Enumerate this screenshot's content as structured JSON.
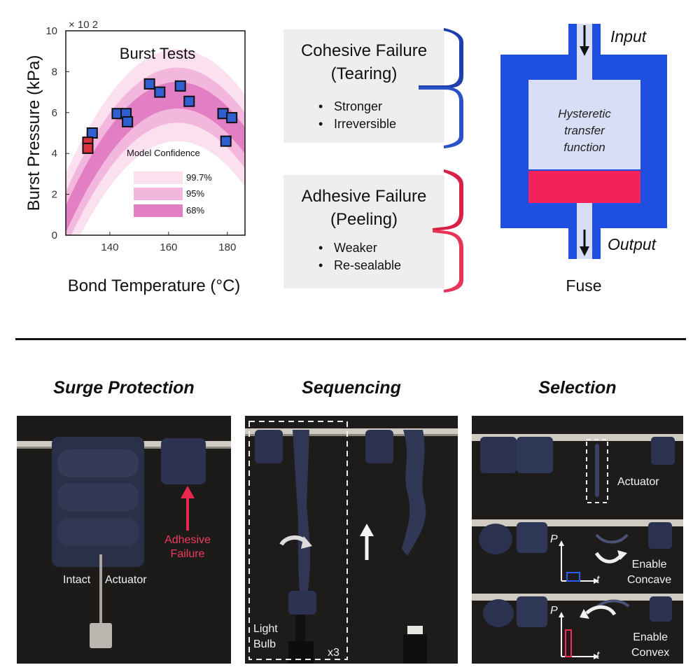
{
  "chart_data": {
    "type": "scatter",
    "title": "Burst Tests",
    "xlabel": "Bond Temperature (°C)",
    "ylabel": "Burst Pressure (kPa)",
    "y_multiplier": "× 10 2",
    "xlim": [
      125,
      186
    ],
    "ylim": [
      0,
      10
    ],
    "x_ticks": [
      140,
      160,
      180
    ],
    "y_ticks": [
      0,
      2,
      4,
      6,
      8,
      10
    ],
    "legend_title": "Model Confidence",
    "legend": [
      "99.7%",
      "95%",
      "68%"
    ],
    "series": [
      {
        "marker_color": "#2f5fd0",
        "points": [
          {
            "x": 134,
            "y": 5.0
          },
          {
            "x": 142.5,
            "y": 5.95
          },
          {
            "x": 145.5,
            "y": 5.95
          },
          {
            "x": 146,
            "y": 5.55
          },
          {
            "x": 153.5,
            "y": 7.4
          },
          {
            "x": 157,
            "y": 7.0
          },
          {
            "x": 164,
            "y": 7.3
          },
          {
            "x": 167,
            "y": 6.55
          },
          {
            "x": 178.5,
            "y": 5.95
          },
          {
            "x": 181.5,
            "y": 5.75
          },
          {
            "x": 179.5,
            "y": 4.6
          }
        ]
      },
      {
        "marker_color": "#d9323f",
        "points": [
          {
            "x": 132.5,
            "y": 4.55
          },
          {
            "x": 132.5,
            "y": 4.25
          }
        ]
      }
    ],
    "bands": [
      {
        "level": "99.7%",
        "color": "#fbe1f0"
      },
      {
        "level": "95%",
        "color": "#f3b6dc"
      },
      {
        "level": "68%",
        "color": "#e27ec3"
      }
    ]
  },
  "failures": {
    "cohesive": {
      "title_line1": "Cohesive Failure",
      "title_line2": "(Tearing)",
      "bullets": [
        "Stronger",
        "Irreversible"
      ],
      "color": "#1f3fae"
    },
    "adhesive": {
      "title_line1": "Adhesive Failure",
      "title_line2": "(Peeling)",
      "bullets": [
        "Weaker",
        "Re-sealable"
      ],
      "color": "#e0244a"
    }
  },
  "fuse": {
    "input_label": "Input",
    "output_label": "Output",
    "inner_text": [
      "Hysteretic",
      "transfer",
      "function"
    ],
    "caption": "Fuse",
    "outer_color": "#1f4fe0",
    "inner_color": "#d9def7",
    "red_color": "#f2225a"
  },
  "panels": {
    "surge": {
      "title": "Surge Protection",
      "adhesive_label_line1": "Adhesive",
      "adhesive_label_line2": "Failure",
      "intact_label": "Intact",
      "actuator_label": "Actuator"
    },
    "sequencing": {
      "title": "Sequencing",
      "light_label": "Light",
      "bulb_label": "Bulb",
      "multiplier_label": "x3"
    },
    "selection": {
      "title": "Selection",
      "actuator_label": "Actuator",
      "enable1_line1": "Enable",
      "enable1_line2": "Concave",
      "enable2_line1": "Enable",
      "enable2_line2": "Convex",
      "axis_p": "P",
      "axis_t": "t"
    }
  }
}
